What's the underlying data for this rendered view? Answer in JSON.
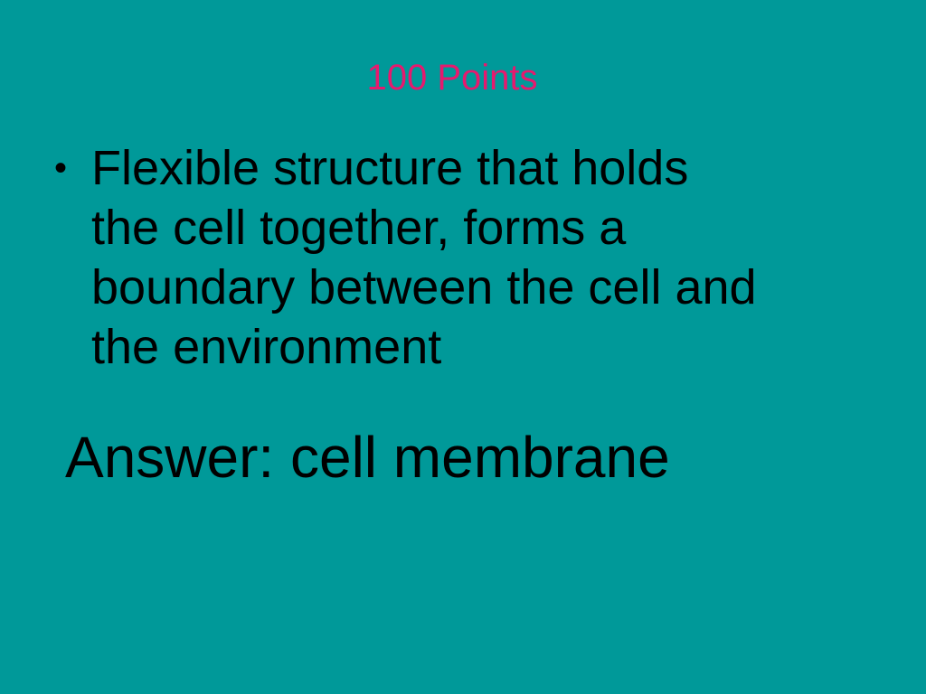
{
  "slide": {
    "title": "100 Points",
    "bullets": [
      {
        "marker": "•",
        "lines": [
          "Flexible structure that holds",
          "the cell together, forms a",
          "boundary between the cell and",
          "the environment"
        ]
      }
    ],
    "answer": "Answer: cell membrane"
  },
  "colors": {
    "background": "#009999",
    "title": "#e6196e",
    "text": "#000000"
  }
}
